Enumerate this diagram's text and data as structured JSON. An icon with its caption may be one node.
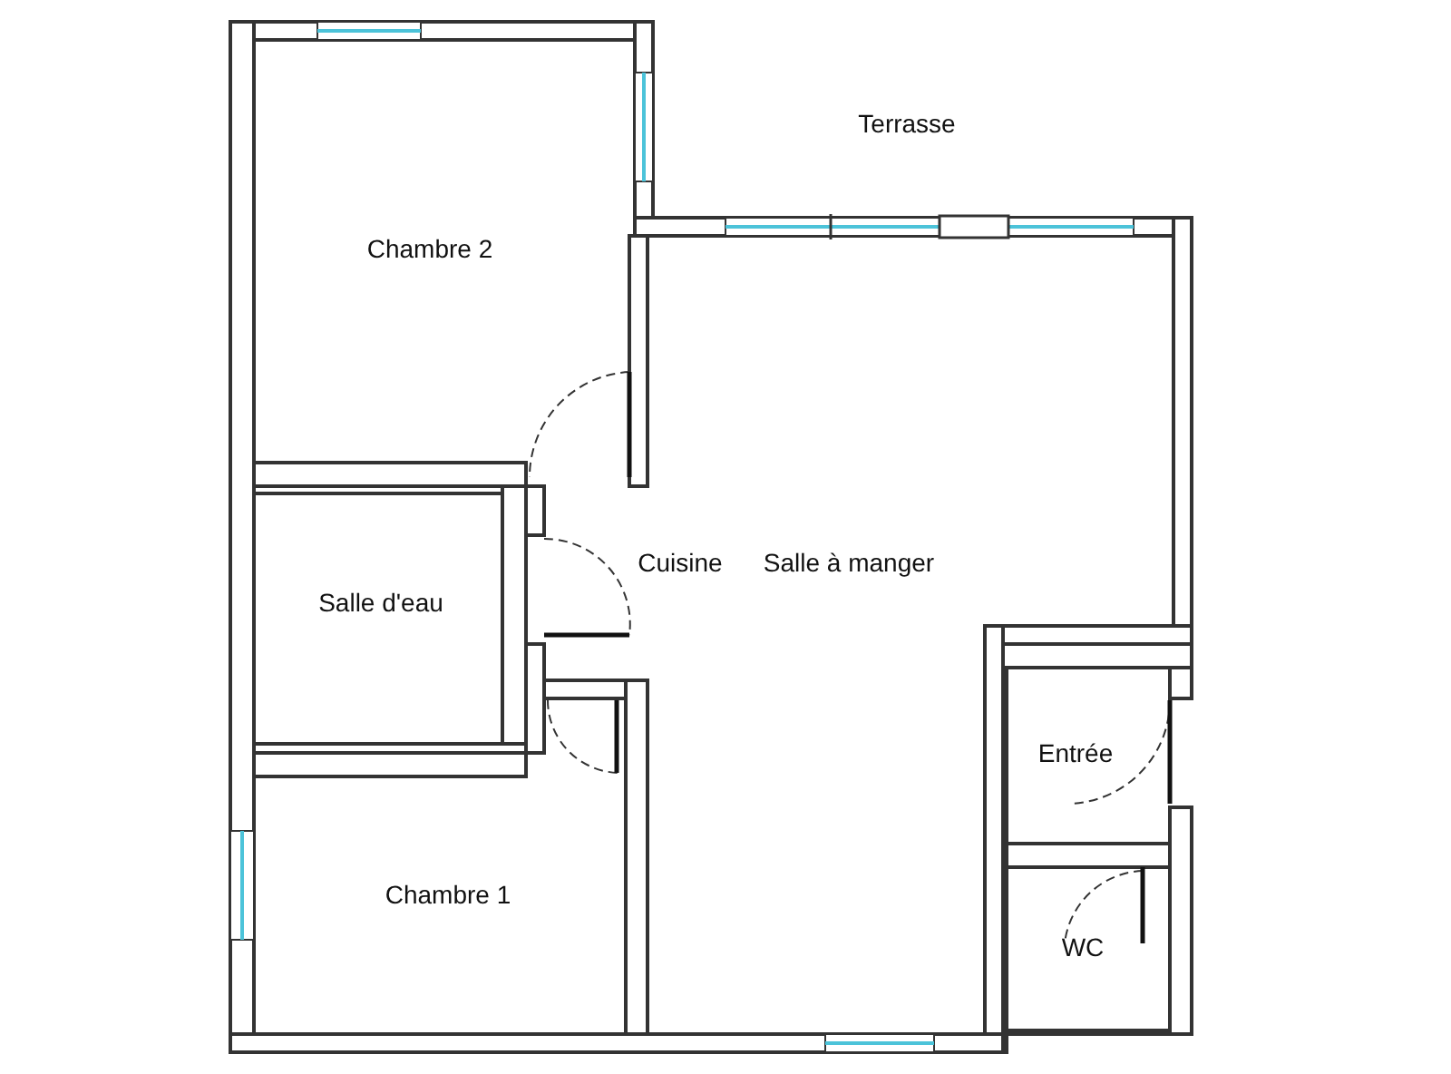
{
  "diagram": {
    "labels": [
      "Terrasse",
      "Chambre 2",
      "Cuisine",
      "Salle à manger",
      "Salle d'eau",
      "Entrée",
      "Chambre 1",
      "WC"
    ]
  }
}
